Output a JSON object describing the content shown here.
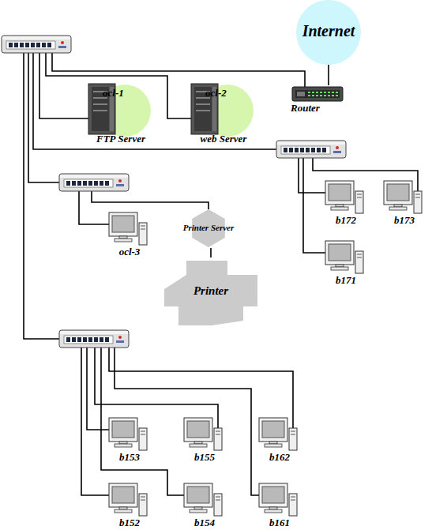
{
  "diagram": {
    "nodes": [
      {
        "text": [
          "Internet"
        ]
      },
      {
        "text": [
          "ocl-1",
          "FTP Server"
        ]
      },
      {
        "text": [
          "ocl-2",
          "web Server"
        ]
      },
      {
        "text": [
          "Router"
        ]
      },
      {
        "text": [
          "b172"
        ]
      },
      {
        "text": [
          "b173"
        ]
      },
      {
        "text": [
          "Printer Server"
        ]
      },
      {
        "text": [
          "ocl-3"
        ]
      },
      {
        "text": [
          "b171"
        ]
      },
      {
        "text": [
          "Printer"
        ]
      },
      {
        "text": [
          "b153"
        ]
      },
      {
        "text": [
          "b155"
        ]
      },
      {
        "text": [
          "b162"
        ]
      },
      {
        "text": [
          "b152"
        ]
      },
      {
        "text": [
          "b154"
        ]
      },
      {
        "text": [
          "b161"
        ]
      }
    ],
    "edges": [
      {
        "from": 3,
        "to": 0,
        "arrow": "none"
      },
      {
        "from": 6,
        "to": 9,
        "arrow": "none"
      }
    ]
  }
}
